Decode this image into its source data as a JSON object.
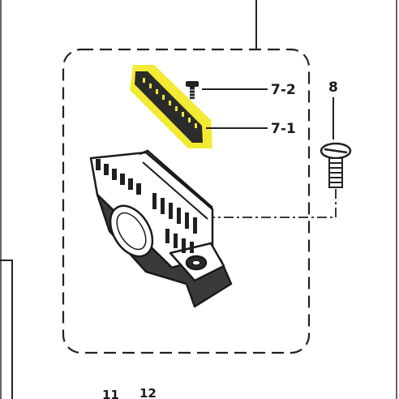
{
  "callouts": {
    "screw_small": "7-2",
    "feed_bar": "7-1",
    "screw_large": "8"
  },
  "bottom_numbers": [
    "11",
    "12"
  ],
  "colors": {
    "highlight": "#f2ea28",
    "ink": "#1a1a1a"
  }
}
